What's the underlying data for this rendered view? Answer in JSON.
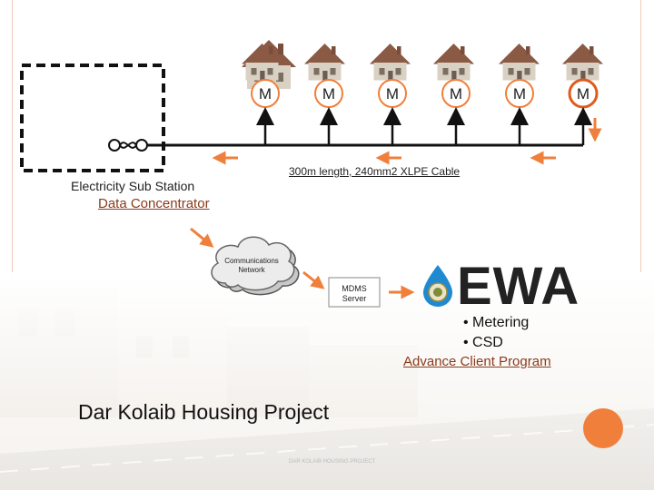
{
  "meters": [
    {
      "label": "M",
      "highlighted": false
    },
    {
      "label": "M",
      "highlighted": false
    },
    {
      "label": "M",
      "highlighted": false
    },
    {
      "label": "M",
      "highlighted": false
    },
    {
      "label": "M",
      "highlighted": false
    },
    {
      "label": "M",
      "highlighted": true
    }
  ],
  "substation": {
    "label": "Electricity Sub Station"
  },
  "concentrator": {
    "label": "Data Concentrator"
  },
  "cable": {
    "label": "300m length, 240mm2 XLPE Cable"
  },
  "network": {
    "label": "Communications Network"
  },
  "server": {
    "label": "MDMS Server"
  },
  "utility": {
    "name": "EWA"
  },
  "services": [
    "• Metering",
    "• CSD"
  ],
  "program": {
    "label": "Advance Client Program"
  },
  "project": {
    "title": "Dar Kolaib Housing Project"
  },
  "watermark": {
    "text": "DAR KOLAIB HOUSING PROJECT"
  },
  "colors": {
    "accent": "#f07f3c",
    "underline_text": "#8a3a1a",
    "frame": "#f2c9b8"
  }
}
